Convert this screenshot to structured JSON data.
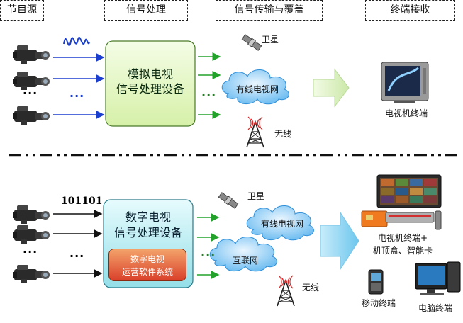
{
  "headers": {
    "source": "节目源",
    "processing": "信号处理",
    "transmission": "信号传输与覆盖",
    "reception": "终端接收"
  },
  "analog": {
    "device_line1": "模拟电视",
    "device_line2": "信号处理设备",
    "satellite": "卫星",
    "cable": "有线电视网",
    "wireless": "无线",
    "terminal": "电视机终端",
    "ellipsis": "···"
  },
  "digital": {
    "bits": "101101",
    "device_line1": "数字电视",
    "device_line2": "信号处理设备",
    "software_line1": "数字电视",
    "software_line2": "运营软件系统",
    "satellite": "卫星",
    "cable": "有线电视网",
    "internet": "互联网",
    "wireless": "无线",
    "terminal_line1": "电视机终端+",
    "terminal_line2": "机顶盒、智能卡",
    "mobile": "移动终端",
    "pc": "电脑终端",
    "ellipsis": "···"
  },
  "colors": {
    "analog_arrow": "#1a3fd0",
    "digital_arrow": "#111111",
    "transmit_arrow": "#22a22a",
    "analog_box": "#e6f7c4",
    "digital_box": "#bdeff2",
    "big_arrow": "#9ad8f0"
  }
}
